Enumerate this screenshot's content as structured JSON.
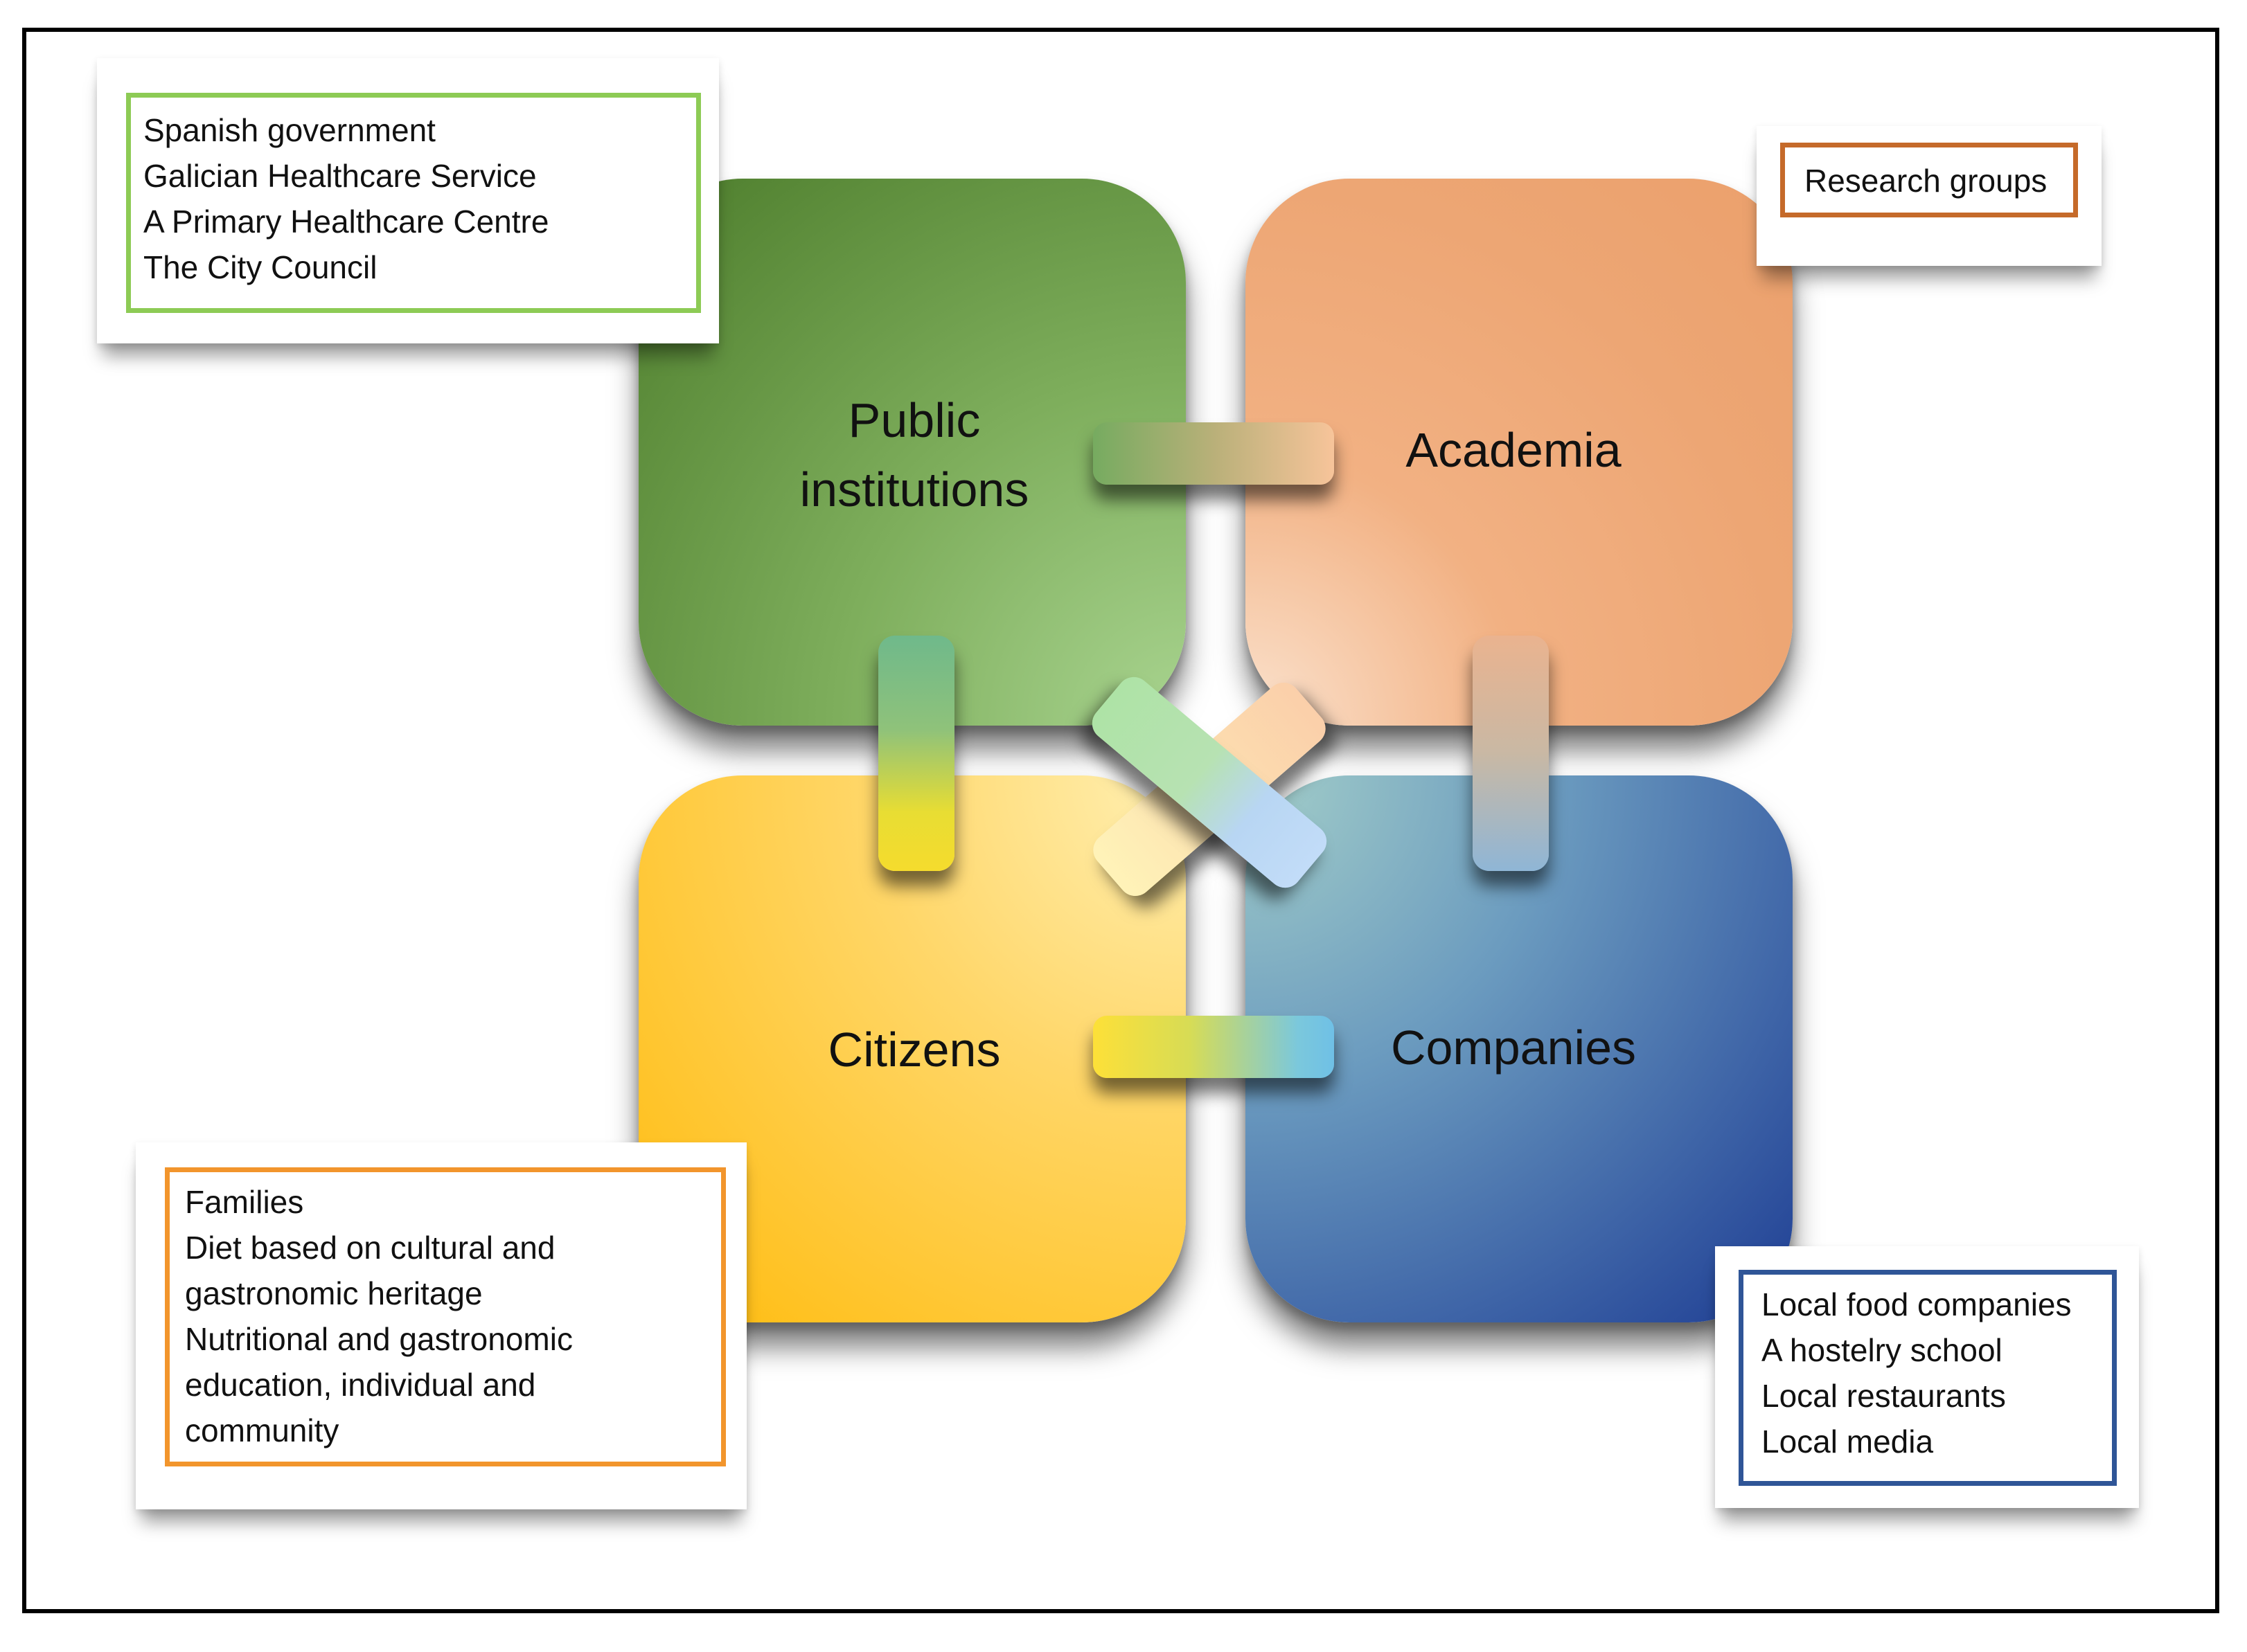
{
  "quadrants": {
    "public_institutions": {
      "label": "Public\ninstitutions",
      "color": "#6f9e4f"
    },
    "academia": {
      "label": "Academia",
      "color": "#eda674"
    },
    "citizens": {
      "label": "Citizens",
      "color": "#ffc223"
    },
    "companies": {
      "label": "Companies",
      "color": "#3e64a7"
    }
  },
  "notes": {
    "public_institutions": {
      "border_color": "#8dcb55",
      "lines": [
        "Spanish government",
        "Galician  Healthcare Service",
        "A Primary Healthcare Centre",
        "The City Council"
      ]
    },
    "academia": {
      "border_color": "#c56a2a",
      "lines": [
        "Research groups"
      ]
    },
    "citizens": {
      "border_color": "#f2952c",
      "lines": [
        "Families",
        "Diet based on cultural and",
        "gastronomic heritage",
        "Nutritional and gastronomic",
        "education, individual and",
        "community"
      ]
    },
    "companies": {
      "border_color": "#2f5597",
      "lines": [
        "Local food companies",
        "A hostelry school",
        "Local restaurants",
        "Local media"
      ]
    }
  }
}
